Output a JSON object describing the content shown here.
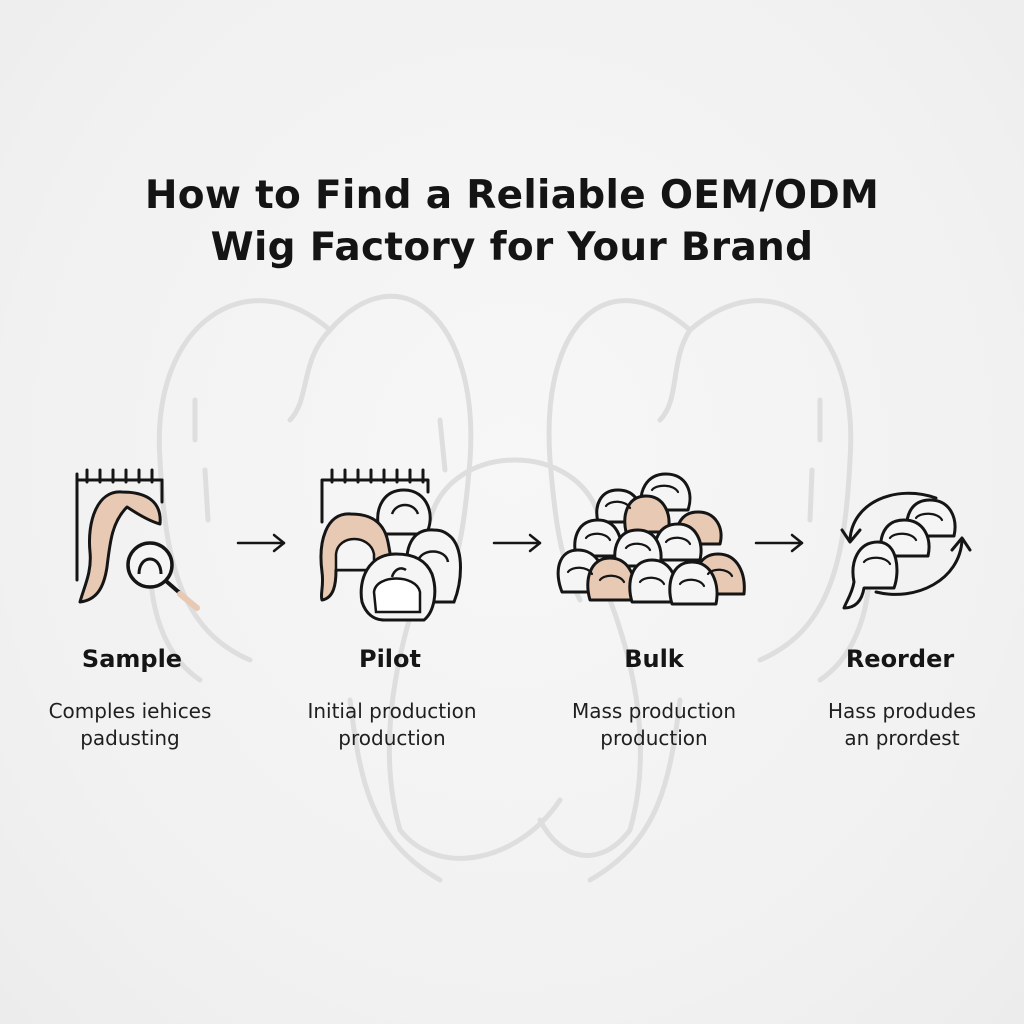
{
  "title": {
    "line1": "How to Find a Reliable OEM/ODM",
    "line2": "Wig Factory for Your Brand"
  },
  "colors": {
    "ink": "#151515",
    "hair": "#e7c9b4",
    "background": "#f3f3f3",
    "watermark": "#dddddd"
  },
  "steps": [
    {
      "label": "Sample",
      "desc_line1": "Comples iehices",
      "desc_line2": "padusting",
      "icon": "wig-magnifier-icon"
    },
    {
      "label": "Pilot",
      "desc_line1": "Initial production",
      "desc_line2": "production",
      "icon": "wig-group-calendar-icon"
    },
    {
      "label": "Bulk",
      "desc_line1": "Mass production",
      "desc_line2": "production",
      "icon": "wig-pile-icon"
    },
    {
      "label": "Reorder",
      "desc_line1": "Hass produdes",
      "desc_line2": "an prordest",
      "icon": "wig-cycle-icon"
    }
  ]
}
